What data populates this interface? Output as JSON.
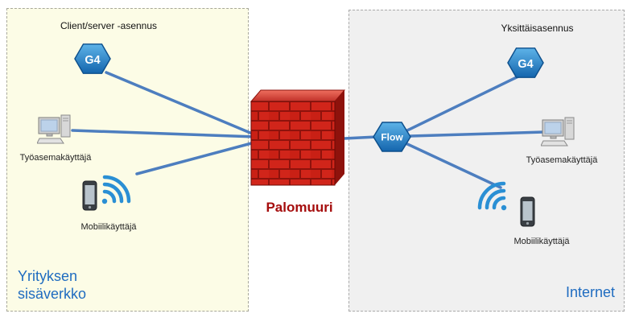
{
  "zones": {
    "left": {
      "title": "Client/server -asennus",
      "name_line1": "Yrityksen",
      "name_line2": "sisäverkko",
      "nodes": {
        "g4": "G4",
        "workstation": "Työasemakäyttäjä",
        "mobile": "Mobiilikäyttäjä"
      }
    },
    "right": {
      "title": "Yksittäisasennus",
      "name": "Internet",
      "nodes": {
        "g4": "G4",
        "flow": "Flow",
        "workstation": "Työasemakäyttäjä",
        "mobile": "Mobiilikäyttäjä"
      }
    }
  },
  "firewall": {
    "label": "Palomuuri"
  },
  "icons": {
    "g4_left": "g4-hexagon-icon",
    "g4_right": "g4-hexagon-icon",
    "flow": "flow-hexagon-icon",
    "workstation": "workstation-computer-icon",
    "mobile": "mobile-phone-icon",
    "wifi": "wifi-signal-icon",
    "firewall": "firewall-brick-wall-icon"
  },
  "colors": {
    "connector_blue": "#4d7ebf",
    "hexagon_blue_dark": "#1465ad",
    "hexagon_blue_light": "#5db3e8",
    "wifi_blue": "#2a8fd4",
    "firewall_brick_red": "#d1251a",
    "firewall_mortar_red": "#8e120c",
    "palomuuri_text_red": "#a50d0d",
    "zone_name_blue": "#1f6cc0",
    "left_zone_bg": "#fcfce6",
    "right_zone_bg": "#f0f0f0"
  }
}
